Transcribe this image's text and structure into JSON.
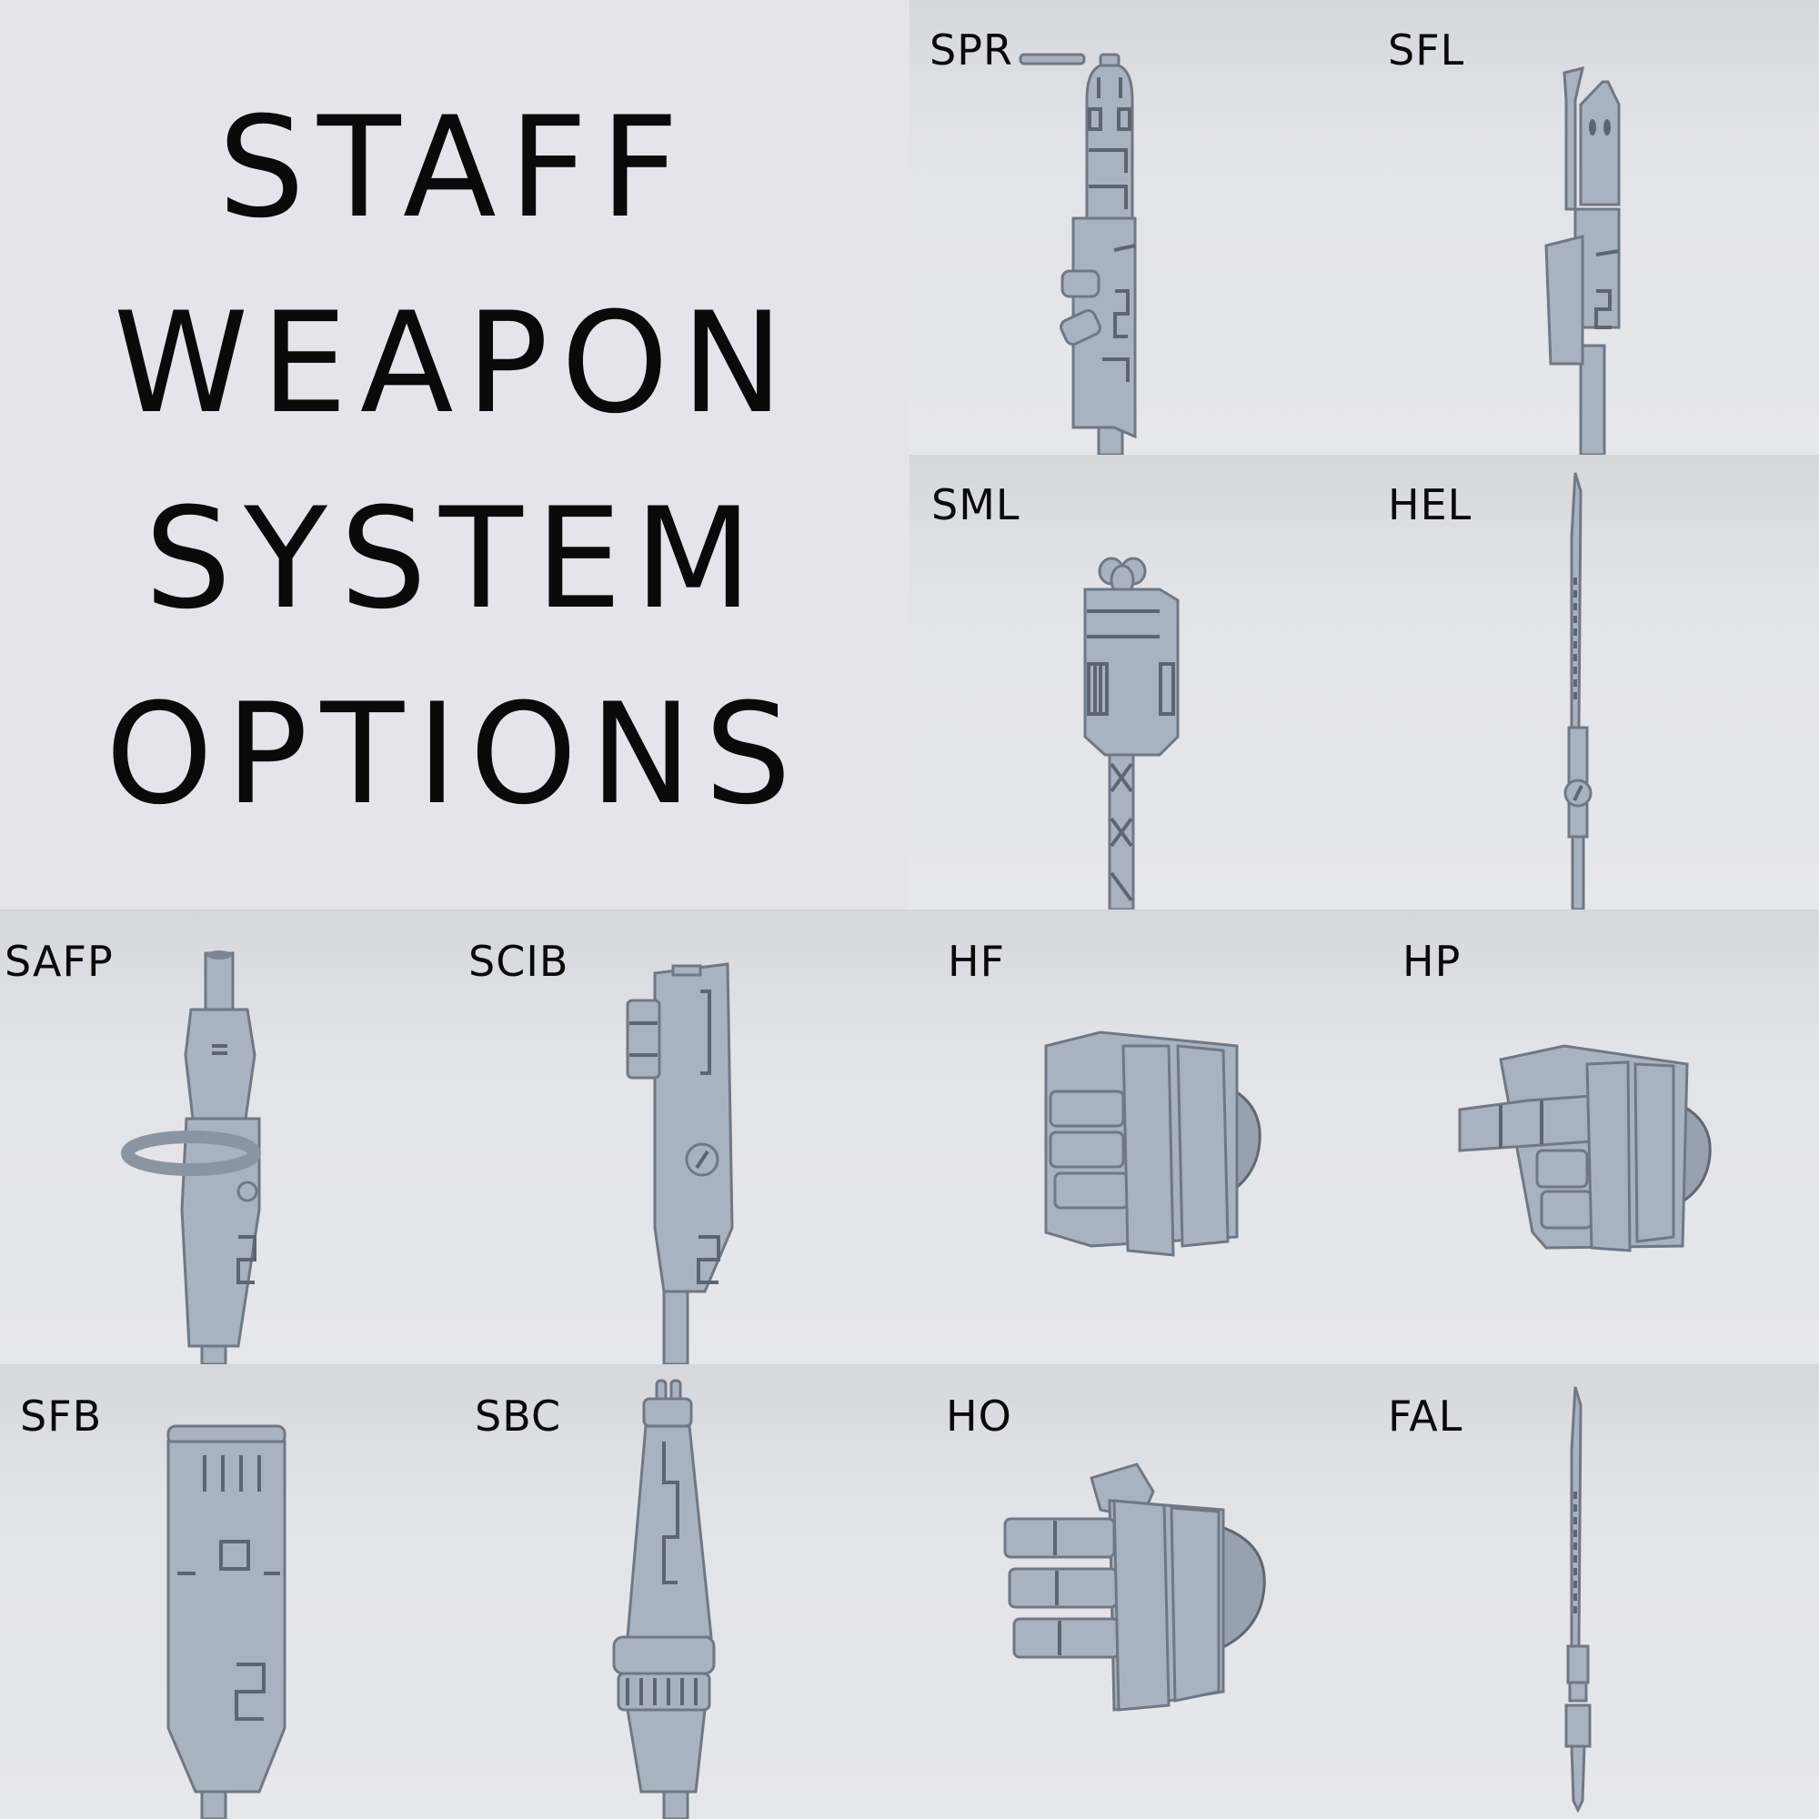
{
  "title": {
    "lines": [
      "STAFF",
      "WEAPON",
      "SYSTEM",
      "OPTIONS"
    ]
  },
  "colors": {
    "background": "#e3e4e9",
    "part": "#a9b3bf",
    "part_shadow": "#6f7884",
    "text": "#0a0a0a"
  },
  "options": [
    {
      "code": "SPR",
      "icon": "staff-head-spr-icon"
    },
    {
      "code": "SFL",
      "icon": "staff-head-sfl-icon"
    },
    {
      "code": "SML",
      "icon": "staff-head-sml-icon"
    },
    {
      "code": "HEL",
      "icon": "blade-hel-icon"
    },
    {
      "code": "SAFP",
      "icon": "staff-head-safp-icon"
    },
    {
      "code": "SCIB",
      "icon": "staff-head-scib-icon"
    },
    {
      "code": "HF",
      "icon": "hand-fist-icon"
    },
    {
      "code": "HP",
      "icon": "hand-pointing-icon"
    },
    {
      "code": "SFB",
      "icon": "staff-head-sfb-icon"
    },
    {
      "code": "SBC",
      "icon": "staff-head-sbc-icon"
    },
    {
      "code": "HO",
      "icon": "hand-open-icon"
    },
    {
      "code": "FAL",
      "icon": "blade-fal-icon"
    }
  ]
}
